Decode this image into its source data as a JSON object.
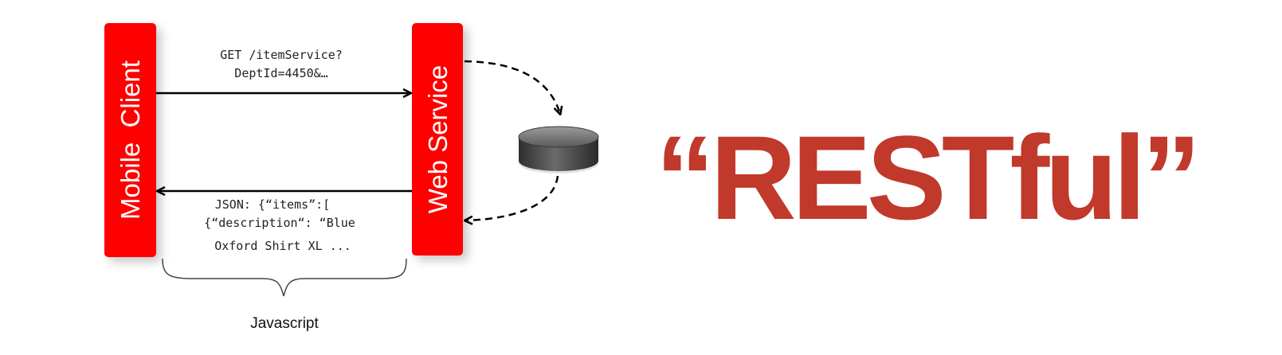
{
  "colors": {
    "box_fill": "#ff0000",
    "title_color": "#c0392b",
    "arrow_color": "#000000",
    "database_body": "#4a4a4a",
    "database_top": "#777777"
  },
  "diagram": {
    "client_label": "Mobile  Client",
    "service_label": "Web Service",
    "request_line1": "GET /itemService?",
    "request_line2": "DeptId=4450&…",
    "response_line1": "JSON: {“items”:[",
    "response_line2": "{“description“: “Blue",
    "response_line3": "Oxford Shirt XL ...",
    "brace_label": "Javascript",
    "database_icon": "database-icon"
  },
  "title": "“RESTful”"
}
